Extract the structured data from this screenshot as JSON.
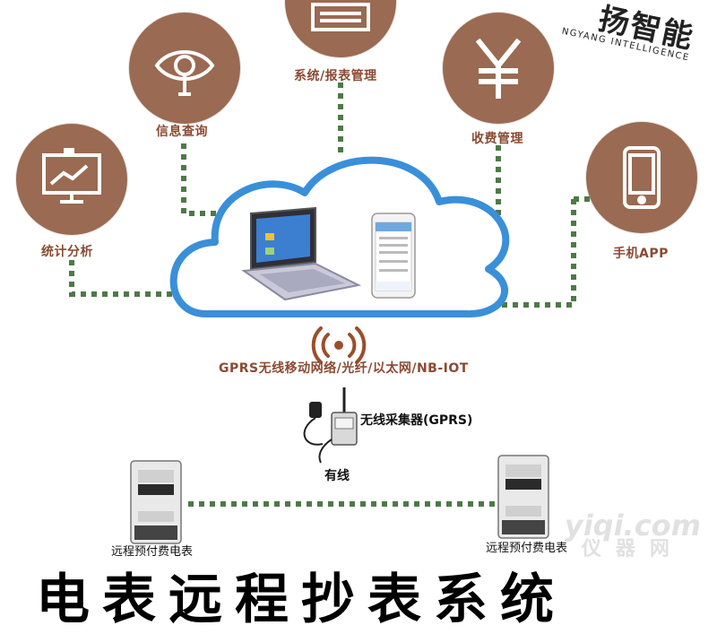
{
  "brand": {
    "name": "扬智能",
    "tagline": "NGYANG INTELLIGENCE"
  },
  "services": [
    {
      "id": "stats",
      "label": "统计分析",
      "icon": "chart-monitor-icon"
    },
    {
      "id": "query",
      "label": "信息查询",
      "icon": "eye-magnifier-icon"
    },
    {
      "id": "system",
      "label": "系统/报表管理",
      "icon": "keyboard-monitor-icon"
    },
    {
      "id": "billing",
      "label": "收费管理",
      "icon": "yen-icon"
    },
    {
      "id": "app",
      "label": "手机APP",
      "icon": "smartphone-icon"
    }
  ],
  "cloud": {
    "devices": [
      "laptop-icon",
      "phone-icon"
    ]
  },
  "network_label": "GPRS无线移动网络/光纤/以太网/NB-IOT",
  "collector_label": "无线采集器(GPRS)",
  "wired_label": "有线",
  "meters": [
    {
      "label": "远程预付费电表"
    },
    {
      "label": "远程预付费电表"
    }
  ],
  "colors": {
    "node_fill": "#9a6a52",
    "label_text": "#8b4a32",
    "wire": "#4d7a46",
    "cloud_stroke": "#3a8fd9"
  },
  "watermark": {
    "line1": "yiqi.com",
    "line2": "仪器网"
  },
  "bottom_title": "电表远程抄表系统"
}
